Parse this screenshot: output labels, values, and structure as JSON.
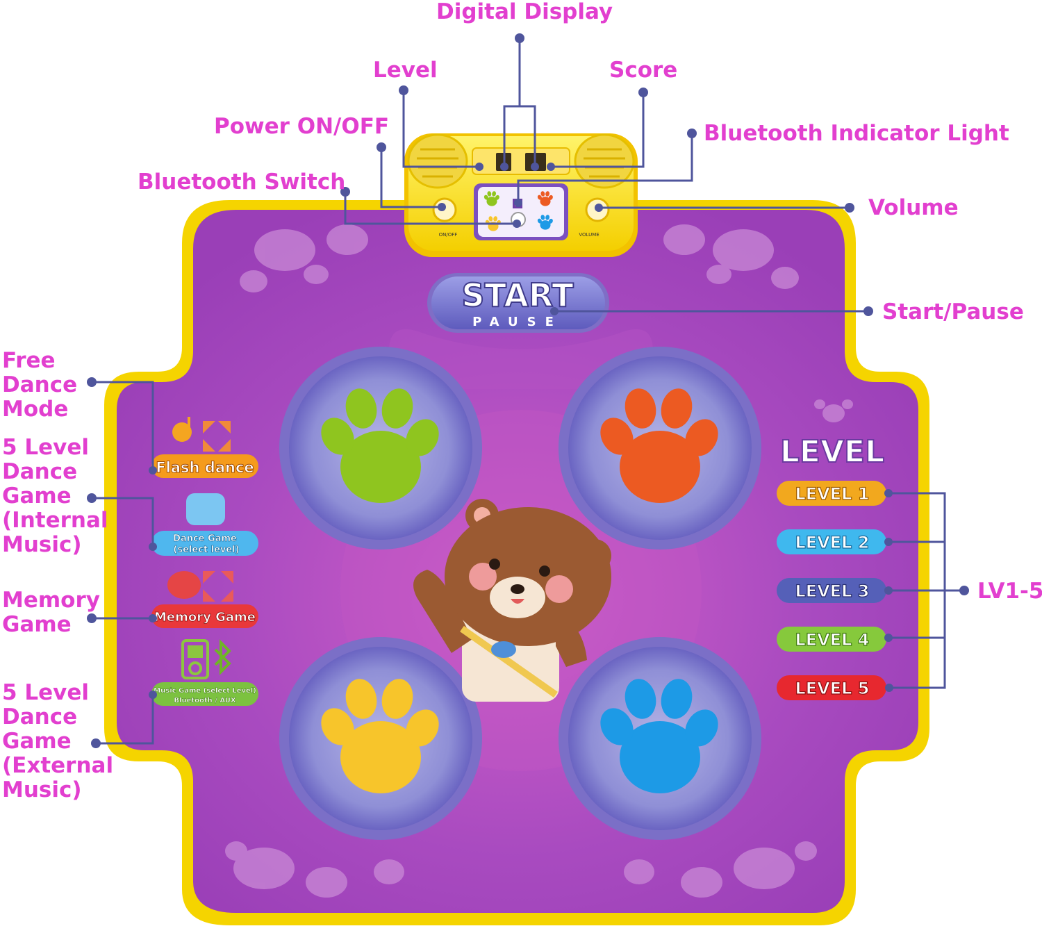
{
  "colors": {
    "label": "#e23fcf",
    "leader": "#4f559c",
    "mat_purple": "#a548bf",
    "mat_border": "#f5d400",
    "green": "#8fc51f",
    "orange": "#ec5a22",
    "yellow": "#f7c52b",
    "blue": "#1d9ae6"
  },
  "labels": {
    "digital_display": "Digital Display",
    "level": "Level",
    "score": "Score",
    "power": "Power ON/OFF",
    "bt_light": "Bluetooth Indicator Light",
    "bt_switch": "Bluetooth Switch",
    "volume": "Volume",
    "start_pause": "Start/Pause",
    "free_dance": [
      "Free Dance",
      "Mode"
    ],
    "dance_internal": [
      "5 Level",
      "Dance",
      "Game",
      "(Internal",
      "Music)"
    ],
    "memory": [
      "Memory",
      "Game"
    ],
    "dance_external": [
      "5 Level",
      "Dance",
      "Game",
      "(External",
      "Music)"
    ],
    "lv15": "LV1-5"
  },
  "console": {
    "on_off": "ON/OFF",
    "volume": "VOLUME"
  },
  "mat": {
    "start": "START",
    "pause": "PAUSE",
    "level_title": "LEVEL",
    "levels": [
      "LEVEL 1",
      "LEVEL 2",
      "LEVEL 3",
      "LEVEL 4",
      "LEVEL 5"
    ],
    "modes": {
      "flash": "Flash dance",
      "dance_1": "Dance Game",
      "dance_2": "(select level)",
      "memory": "Memory Game",
      "music_1": "Music Game (select Level)",
      "music_2": "Bluetooth / AUX"
    }
  }
}
